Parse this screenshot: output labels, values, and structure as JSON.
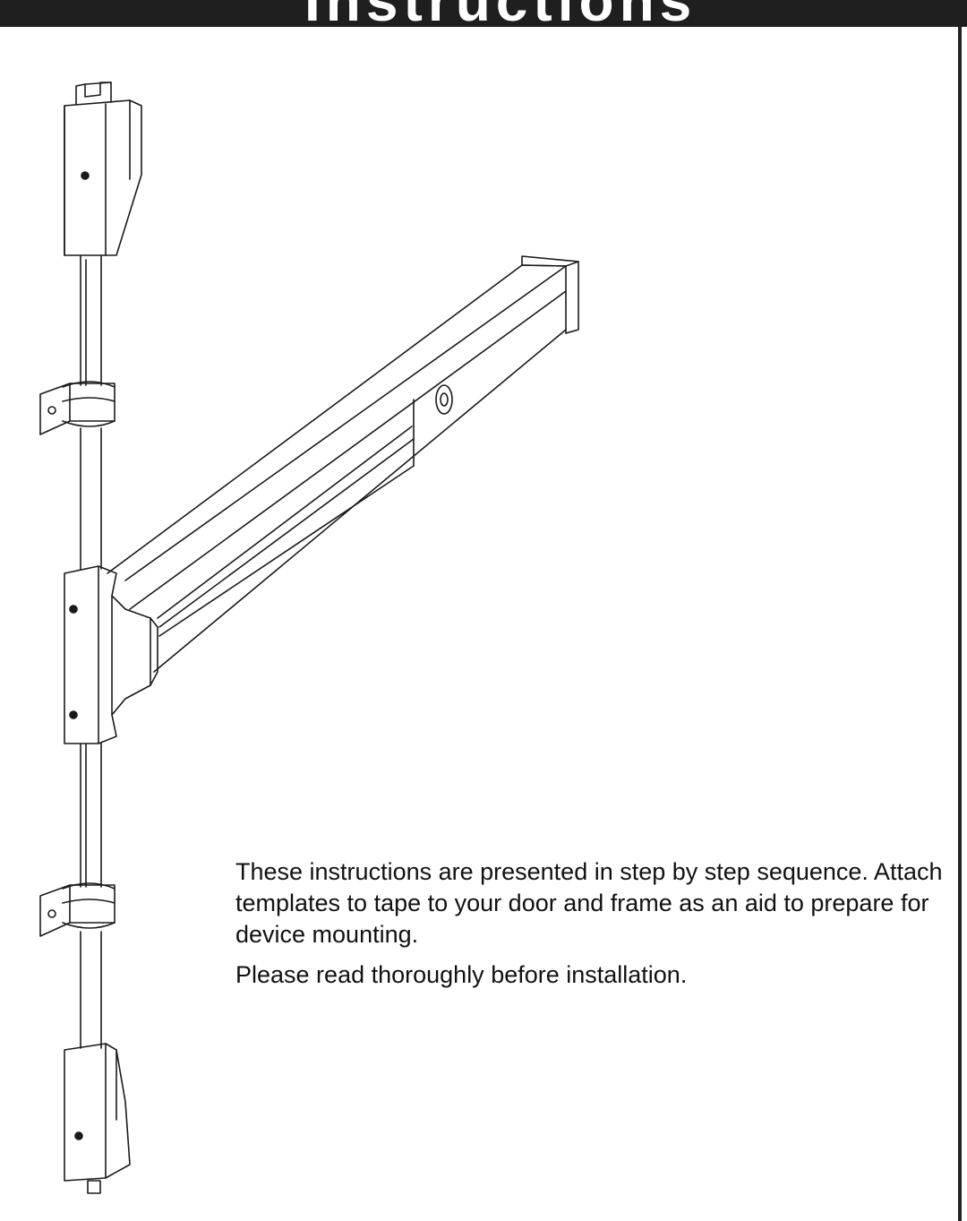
{
  "header": {
    "title": "Instructions",
    "band_color": "#1f1f1f"
  },
  "illustration": {
    "icon": "vertical-rod-exit-device-line-drawing"
  },
  "intro": {
    "paragraph": "These instructions are presented in step by step sequence. Attach templates to tape to your door and frame as an aid to prepare for device mounting.",
    "note": "Please read thoroughly before installation."
  }
}
